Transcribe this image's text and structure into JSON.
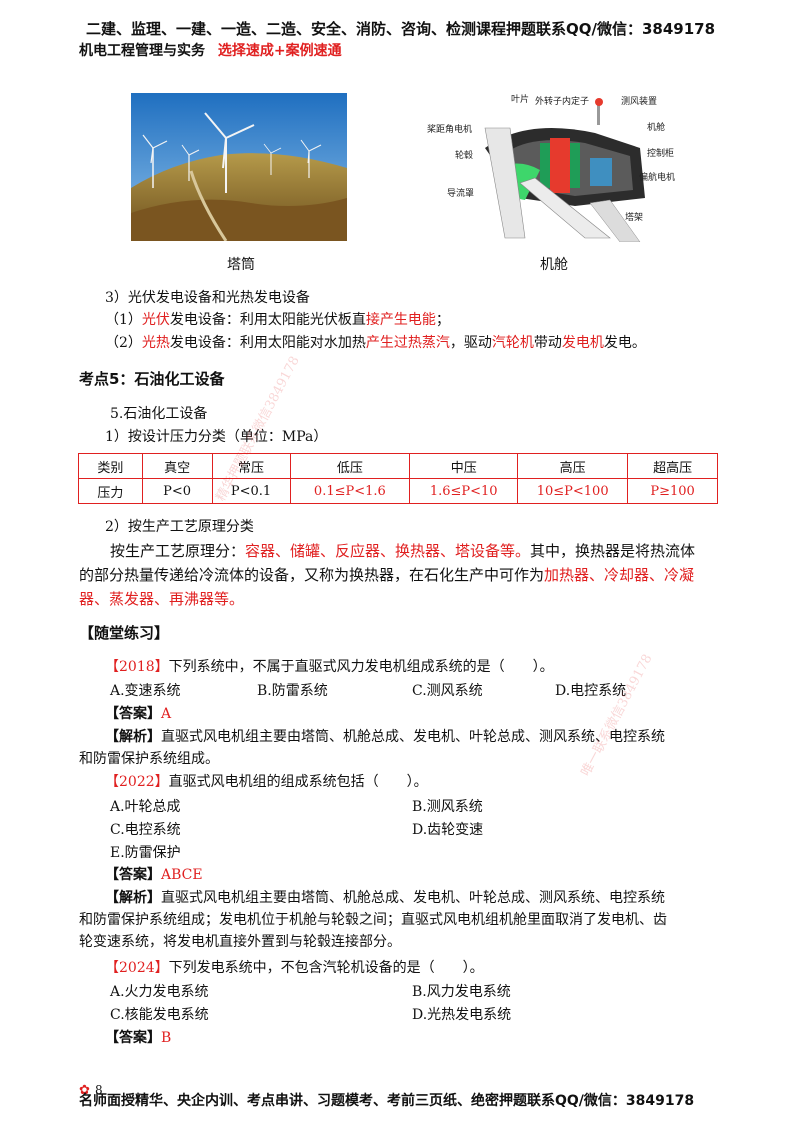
{
  "header": {
    "line1": "二建、监理、一建、一造、二造、安全、消防、咨询、检测课程押题联系QQ/微信：3849178",
    "subject": "机电工程管理与实务",
    "tag": "选择速成+案例速通"
  },
  "figures": {
    "left_caption": "塔筒",
    "right_caption": "机舱",
    "nacelle_labels": [
      "叶片",
      "外转子内定子",
      "测风装置",
      "桨距角电机",
      "机舱",
      "轮毂",
      "控制柜",
      "偏航电机",
      "导流罩",
      "塔架"
    ]
  },
  "pv": {
    "title": "3）光伏发电设备和光热发电设备",
    "l1": [
      "（1）",
      "光伏",
      "发电设备：利用太阳能光伏板直",
      "接产生电能",
      "；"
    ],
    "l2": [
      "（2）",
      "光热",
      "发电设备：利用太阳能对水加热",
      "产生过热蒸汽",
      "，驱动",
      "汽轮机",
      "带动",
      "发电机",
      "发电。"
    ]
  },
  "section5": {
    "title": "考点5：石油化工设备",
    "sub": "5.石油化工设备",
    "p1": "1）按设计压力分类（单位：MPa）",
    "table": {
      "headers": [
        "类别",
        "真空",
        "常压",
        "低压",
        "中压",
        "高压",
        "超高压"
      ],
      "row": [
        "压力",
        "P<0",
        "P<0.1",
        "0.1≤P<1.6",
        "1.6≤P<10",
        "10≤P<100",
        "P≥100"
      ]
    },
    "p2": "2）按生产工艺原理分类",
    "para": [
      "按生产工艺原理分：",
      "容器、储罐、反应器、换热器、塔设备等。",
      "其中，换热器是将热流体",
      "的部分热量传递给冷流体的设备，又称为换热器，在石化生产中可作为",
      "加热器、冷却器、冷凝",
      "器、蒸发器、再沸器等。"
    ]
  },
  "practice": {
    "title": "【随堂练习】",
    "q1": {
      "year": "【2018】",
      "text": "下列系统中，不属于直驱式风力发电机组成系统的是（　　）。",
      "options": [
        "A.变速系统",
        "B.防雷系统",
        "C.测风系统",
        "D.电控系统"
      ],
      "answer_label": "【答案】",
      "answer": "A",
      "analysis_label": "【解析】",
      "analysis": [
        "直驱式风电机组主要由塔筒、机舱总成、发电机、叶轮总成、测风系统、电控系统",
        "和防雷保护系统组成。"
      ]
    },
    "q2": {
      "year": "【2022】",
      "text": "直驱式风电机组的组成系统包括（　　）。",
      "options": [
        "A.叶轮总成",
        "B.测风系统",
        "C.电控系统",
        "D.齿轮变速",
        "E.防雷保护"
      ],
      "answer_label": "【答案】",
      "answer": "ABCE",
      "analysis_label": "【解析】",
      "analysis": [
        "直驱式风电机组主要由塔筒、机舱总成、发电机、叶轮总成、测风系统、电控系统",
        "和防雷保护系统组成；发电机位于机舱与轮毂之间；直驱式风电机组机舱里面取消了发电机、齿",
        "轮变速系统，将发电机直接外置到与轮毂连接部分。"
      ]
    },
    "q3": {
      "year": "【2024】",
      "text": "下列发电系统中，不包含汽轮机设备的是（　　）。",
      "options": [
        "A.火力发电系统",
        "B.风力发电系统",
        "C.核能发电系统",
        "D.光热发电系统"
      ],
      "answer_label": "【答案】",
      "answer": "B"
    }
  },
  "watermarks": [
    "精华押题联系微信3849178",
    "唯一联系微信3849178"
  ],
  "footer": {
    "page": "8",
    "text": "名师面授精华、央企内训、考点串讲、习题模考、考前三页纸、绝密押题联系QQ/微信：3849178"
  }
}
